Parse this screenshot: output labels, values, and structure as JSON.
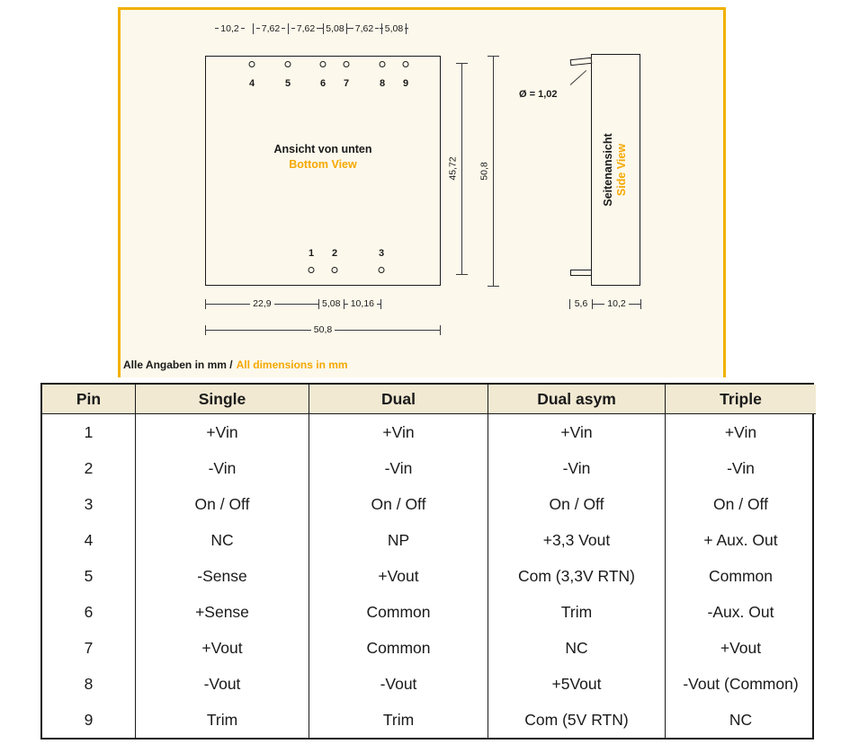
{
  "colors": {
    "accent_orange": "#f5a800",
    "panel_border_yellow": "#f2b100",
    "panel_background": "#fcf8eb",
    "table_header_background": "#f1e9d2"
  },
  "drawing": {
    "bottom_view": {
      "title_de": "Ansicht von unten",
      "title_en": "Bottom View",
      "top_dims": [
        "10,2",
        "7,62",
        "7,62",
        "5,08",
        "7,62",
        "5,08"
      ],
      "top_pin_labels": [
        "4",
        "5",
        "6",
        "7",
        "8",
        "9"
      ],
      "bottom_pin_labels": [
        "1",
        "2",
        "3"
      ],
      "bottom_dims": [
        "22,9",
        "5,08",
        "10,16"
      ],
      "bottom_total": "50,8",
      "right_dims": [
        "45,72",
        "50,8"
      ]
    },
    "side_view": {
      "title_de": "Seitenansicht",
      "title_en": "Side View",
      "diameter_label": "Ø = 1,02",
      "bottom_dims": [
        "5,6",
        "10,2"
      ]
    },
    "units_note_de": "Alle Angaben in mm /",
    "units_note_en": "All dimensions in mm"
  },
  "table": {
    "headers": [
      "Pin",
      "Single",
      "Dual",
      "Dual asym",
      "Triple"
    ],
    "rows": [
      [
        "1",
        "+Vin",
        "+Vin",
        "+Vin",
        "+Vin"
      ],
      [
        "2",
        "-Vin",
        "-Vin",
        "-Vin",
        "-Vin"
      ],
      [
        "3",
        "On / Off",
        "On / Off",
        "On / Off",
        "On / Off"
      ],
      [
        "4",
        "NC",
        "NP",
        "+3,3 Vout",
        "+ Aux. Out"
      ],
      [
        "5",
        "-Sense",
        "+Vout",
        "Com (3,3V RTN)",
        "Common"
      ],
      [
        "6",
        "+Sense",
        "Common",
        "Trim",
        "-Aux. Out"
      ],
      [
        "7",
        "+Vout",
        "Common",
        "NC",
        "+Vout"
      ],
      [
        "8",
        "-Vout",
        "-Vout",
        "+5Vout",
        "-Vout (Common)"
      ],
      [
        "9",
        "Trim",
        "Trim",
        "Com (5V RTN)",
        "NC"
      ]
    ]
  }
}
